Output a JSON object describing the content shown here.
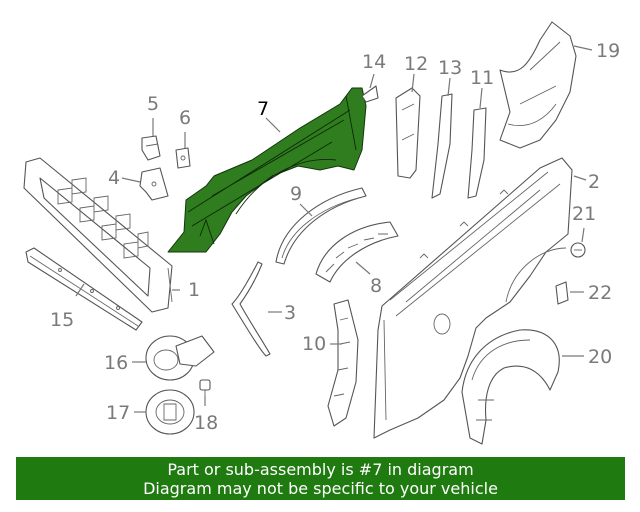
{
  "callouts": {
    "c1": "1",
    "c2": "2",
    "c3": "3",
    "c4": "4",
    "c5": "5",
    "c6": "6",
    "c7": "7",
    "c8": "8",
    "c9": "9",
    "c10": "10",
    "c11": "11",
    "c12": "12",
    "c13": "13",
    "c14": "14",
    "c15": "15",
    "c16": "16",
    "c17": "17",
    "c18": "18",
    "c19": "19",
    "c20": "20",
    "c21": "21",
    "c22": "22"
  },
  "highlighted_part": "7",
  "colors": {
    "highlight": "#2f7d1e",
    "banner": "#1f7a10",
    "callout": "#7a7a7a"
  },
  "banner": {
    "line1": "Part or sub-assembly is #7 in diagram",
    "line2": "Diagram may not be specific to your vehicle"
  }
}
